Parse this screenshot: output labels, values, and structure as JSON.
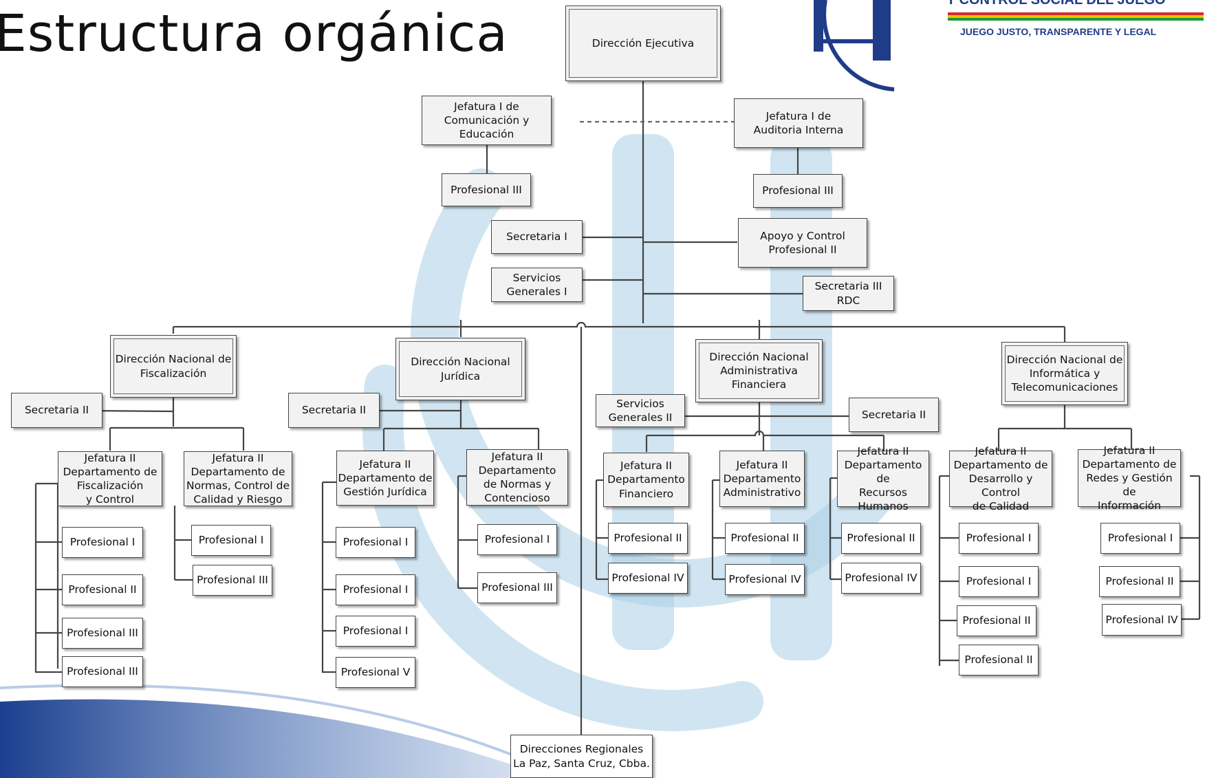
{
  "title": "Estructura orgánica",
  "logo": {
    "line1": "Y CONTROL SOCIAL DEL JUEGO",
    "line2": "JUEGO JUSTO, TRANSPARENTE Y LEGAL",
    "accent_color": "#1f3c88"
  },
  "watermark": {
    "color": "#a9cfe6"
  },
  "org": {
    "direccion_ejecutiva": "Dirección Ejecutiva",
    "jefatura_comunicacion": "Jefatura I de\nComunicación y\nEducación",
    "jefatura_comunicacion_prof": "Profesional III",
    "jefatura_auditoria": "Jefatura I de\nAuditoria Interna",
    "jefatura_auditoria_prof": "Profesional III",
    "secretaria_i": "Secretaria I",
    "servicios_generales_i": "Servicios\nGenerales I",
    "apoyo_control": "Apoyo y Control\nProfesional II",
    "secretaria_iii_rdc": "Secretaria III RDC",
    "direcciones_regionales": "Direcciones Regionales\nLa Paz, Santa Cruz, Cbba.",
    "fiscalizacion": {
      "title": "Dirección Nacional de\nFiscalización",
      "secretaria": "Secretaria II",
      "dept1": "Jefatura II\nDepartamento de\nFiscalización\ny Control",
      "dept1_staff": [
        "Profesional I",
        "Profesional II",
        "Profesional III",
        "Profesional III"
      ],
      "dept2": "Jefatura II\nDepartamento de\nNormas, Control de\nCalidad y Riesgo",
      "dept2_staff": [
        "Profesional I",
        "Profesional III"
      ]
    },
    "juridica": {
      "title": "Dirección Nacional\nJurídica",
      "secretaria": "Secretaria II",
      "dept1": "Jefatura II\nDepartamento de\nGestión Jurídica",
      "dept1_staff": [
        "Profesional I",
        "Profesional I",
        "Profesional I",
        "Profesional V"
      ],
      "dept2": "Jefatura II\nDepartamento\nde Normas y\nContencioso",
      "dept2_staff": [
        "Profesional I",
        "Profesional III"
      ]
    },
    "administrativa": {
      "title": "Dirección Nacional\nAdministrativa\nFinanciera",
      "servicios": "Servicios\nGenerales II",
      "secretaria": "Secretaria II",
      "dept1": "Jefatura II\nDepartamento\nFinanciero",
      "dept1_staff": [
        "Profesional II",
        "Profesional IV"
      ],
      "dept2": "Jefatura II\nDepartamento\nAdministrativo",
      "dept2_staff": [
        "Profesional II",
        "Profesional IV"
      ],
      "dept3": "Jefatura II\nDepartamento de\nRecursos\nHumanos",
      "dept3_staff": [
        "Profesional II",
        "Profesional IV"
      ]
    },
    "informatica": {
      "title": "Dirección Nacional de\nInformática y\nTelecomunicaciones",
      "dept1": "Jefatura II\nDepartamento de\nDesarrollo y Control\nde Calidad",
      "dept1_staff": [
        "Profesional I",
        "Profesional I",
        "Profesional II",
        "Profesional II"
      ],
      "dept2": "Jefatura II\nDepartamento de\nRedes y Gestión de\nInformación",
      "dept2_staff": [
        "Profesional I",
        "Profesional II",
        "Profesional IV"
      ]
    }
  }
}
